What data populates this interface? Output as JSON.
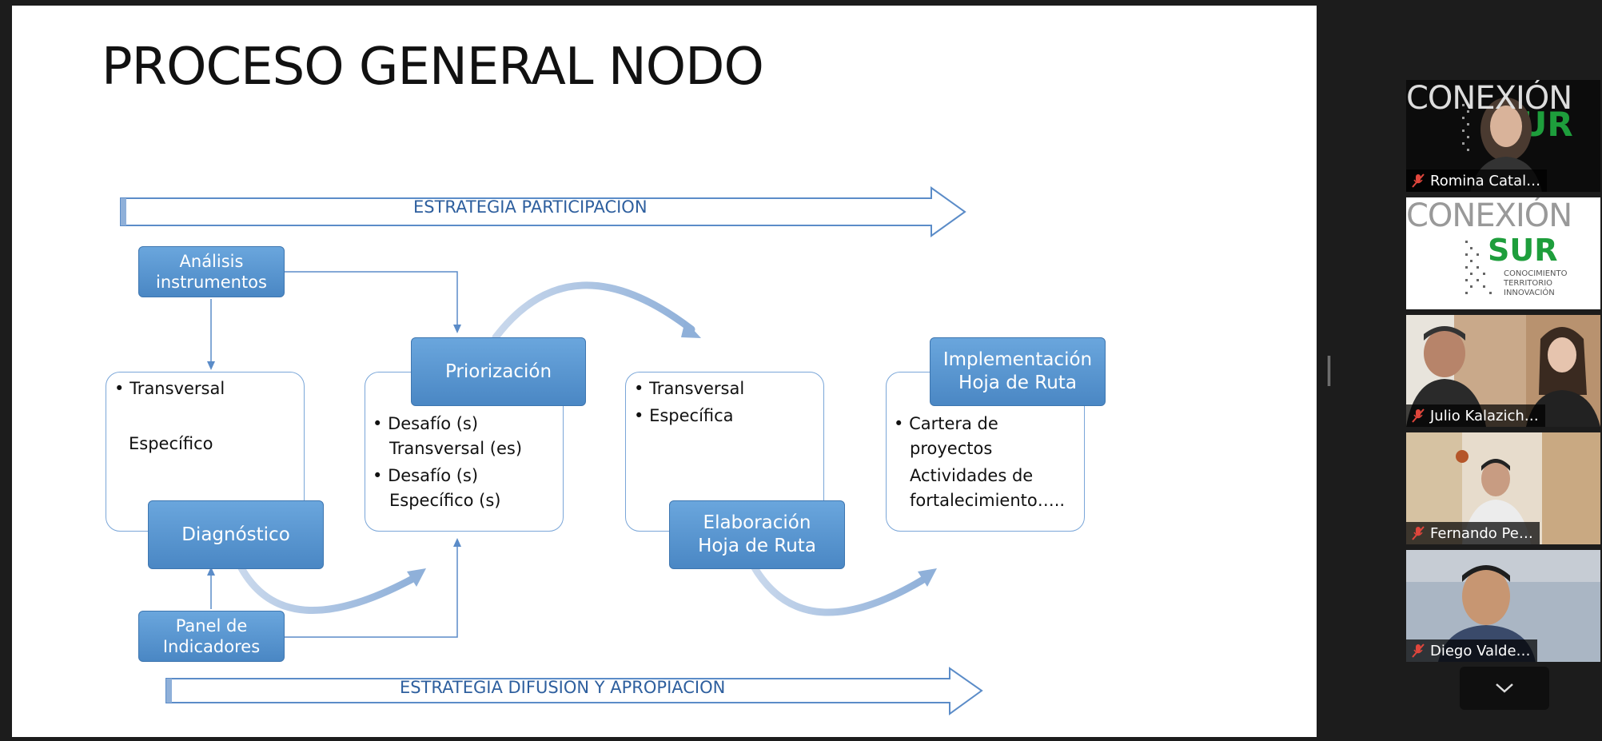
{
  "slide": {
    "title": "PROCESO GENERAL NODO",
    "top_arrow": "ESTRATEGIA PARTICIPACION",
    "bottom_arrow": "ESTRATEGIA DIFUSION Y APROPIACION",
    "analisis": "Análisis\ninstrumentos",
    "panel": "Panel de\nIndicadores",
    "diagnostico": {
      "label": "Diagnóstico",
      "items": [
        "Transversal",
        "Específico"
      ]
    },
    "priorizacion": {
      "label": "Priorización",
      "items": [
        "Desafío (s)",
        "Transversal (es)",
        "Desafío (s)",
        "Específico (s)"
      ]
    },
    "elaboracion": {
      "label": "Elaboración\nHoja de Ruta",
      "items": [
        "Transversal",
        "Específica"
      ]
    },
    "implementacion": {
      "label": "Implementación\nHoja de Ruta",
      "items": [
        "Cartera de",
        "proyectos",
        "Actividades de",
        "fortalecimiento….."
      ]
    }
  },
  "participants": [
    {
      "name": "Romina Catal…",
      "muted": true
    },
    {
      "name": "",
      "logo_top": "CONEXIÓN",
      "logo_sur": "SUR",
      "logo_sub": [
        "CONOCIMIENTO",
        "TERRITORIO",
        "INNOVACIÓN"
      ]
    },
    {
      "name": "Julio Kalazich…",
      "muted": true
    },
    {
      "name": "Fernando Pe…",
      "muted": true
    },
    {
      "name": "Diego Valde…",
      "muted": true
    }
  ],
  "first_tile_logo": "CONEXIÓN",
  "colors": {
    "accent": "#5b9bd5",
    "muted_mic": "#e0463c",
    "logo_green": "#1e9e3c"
  },
  "icons": [
    "mic-muted-icon",
    "chevron-down-icon"
  ]
}
